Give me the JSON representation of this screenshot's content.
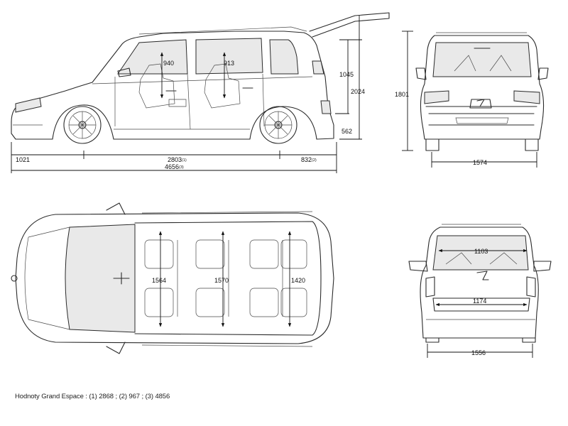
{
  "side_view": {
    "dims": {
      "rear_overhang": "1021",
      "wheelbase": "2803",
      "wheelbase_note": "(1)",
      "front_overhang": "832",
      "front_overhang_note": "(2)",
      "length": "4656",
      "length_note": "(3)",
      "seat_height_front": "940",
      "seat_height_rear": "913",
      "door_height": "1045",
      "height": "2024",
      "ground_to_sill": "562"
    }
  },
  "front_view": {
    "dims": {
      "height": "1801",
      "track": "1574"
    }
  },
  "top_view": {
    "dims": {
      "width_row1": "1564",
      "width_row2": "1570",
      "width_row3": "1420"
    }
  },
  "rear_view": {
    "dims": {
      "window_width": "1103",
      "tailgate_width": "1174",
      "track": "1556"
    }
  },
  "footnote": "Hodnoty Grand Espace : (1) 2868 ; (2) 967 ; (3) 4856"
}
